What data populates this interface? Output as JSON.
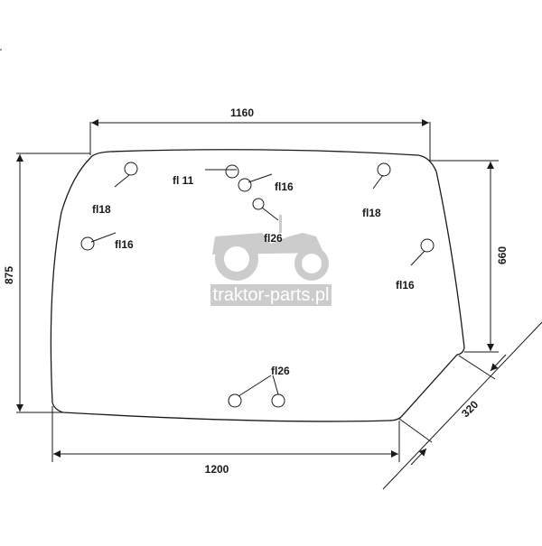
{
  "dimensions": {
    "top_width": "1160",
    "bottom_width": "1200",
    "left_height": "875",
    "right_height": "660",
    "corner_cut": "320"
  },
  "holes": {
    "top_left_fl18": "fl18",
    "center_fl11": "fl 11",
    "center_fl16": "fl16",
    "top_right_fl18": "fl18",
    "left_fl16": "fl16",
    "center_fl26": "fl26",
    "right_fl16": "fl16",
    "bottom_fl26": "fl26"
  },
  "watermark": {
    "text": "traktor-parts.pl",
    "icon": "tractor-icon"
  },
  "colors": {
    "line": "#1a1a1a",
    "watermark": "#c9c9c9"
  }
}
